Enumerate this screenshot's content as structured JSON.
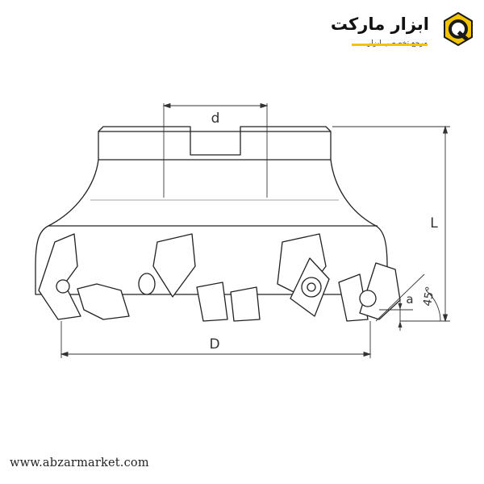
{
  "brand": {
    "name": "ابزار مارکت",
    "tagline": "مرجع تخصصی ابزار",
    "colors": {
      "accent": "#f5c400",
      "dark": "#1a1a1a"
    },
    "icon": "wrench-nut-logo-icon"
  },
  "drawing": {
    "labels": {
      "bore_diameter": "d",
      "cutter_diameter": "D",
      "overall_length": "L",
      "depth_of_cut": "a",
      "entering_angle": "45°"
    }
  },
  "footer": {
    "url": "www.abzarmarket.com"
  }
}
